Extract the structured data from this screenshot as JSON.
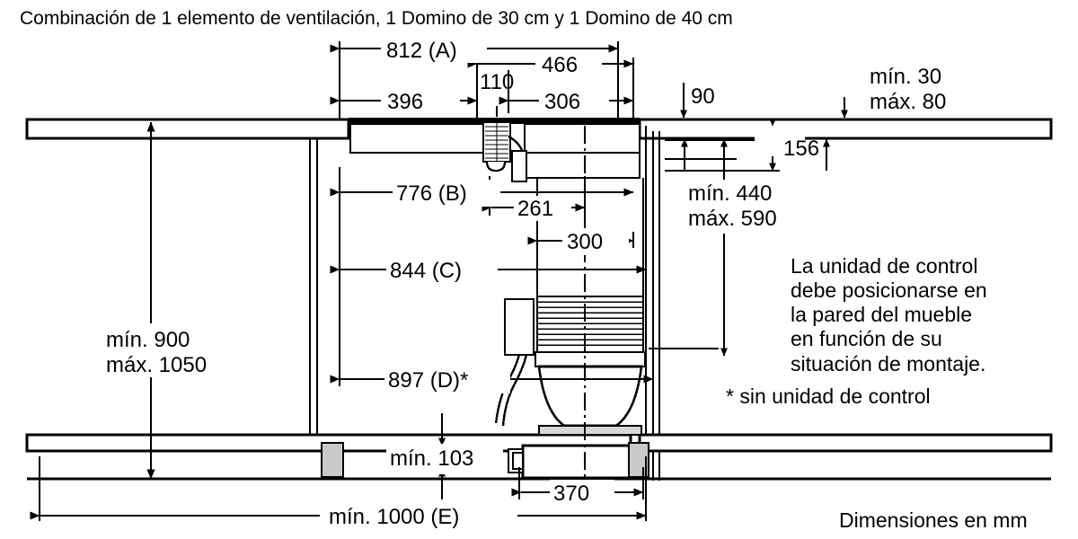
{
  "title": "Combinación de 1 elemento de ventilación, 1 Domino de 30 cm y 1 Domino de 40 cm",
  "units_note": "Dimensiones en mm",
  "colors": {
    "line": "#000000",
    "fill_gray": "#c9c9c9",
    "background": "#ffffff"
  },
  "dimensions": {
    "a_812": "812 (A)",
    "d466": "466",
    "d396": "396",
    "d110": "110",
    "d306": "306",
    "d90": "90",
    "min30_max80": "mín. 30\nmáx. 80",
    "d156": "156",
    "b_776": "776 (B)",
    "d261": "261",
    "min440_max590": "mín. 440\nmáx. 590",
    "d300": "300",
    "c_844": "844 (C)",
    "d_897": "897 (D)*",
    "min900_max1050": "mín. 900\nmáx. 1050",
    "min103": "mín. 103",
    "d370": "370",
    "e_min1000": "mín. 1000 (E)"
  },
  "notes": {
    "control_unit": "La unidad de control\ndebe posicionarse en\nla pared del mueble\nen función de su\nsituación de montaje.",
    "footnote": "* sin unidad de control"
  }
}
